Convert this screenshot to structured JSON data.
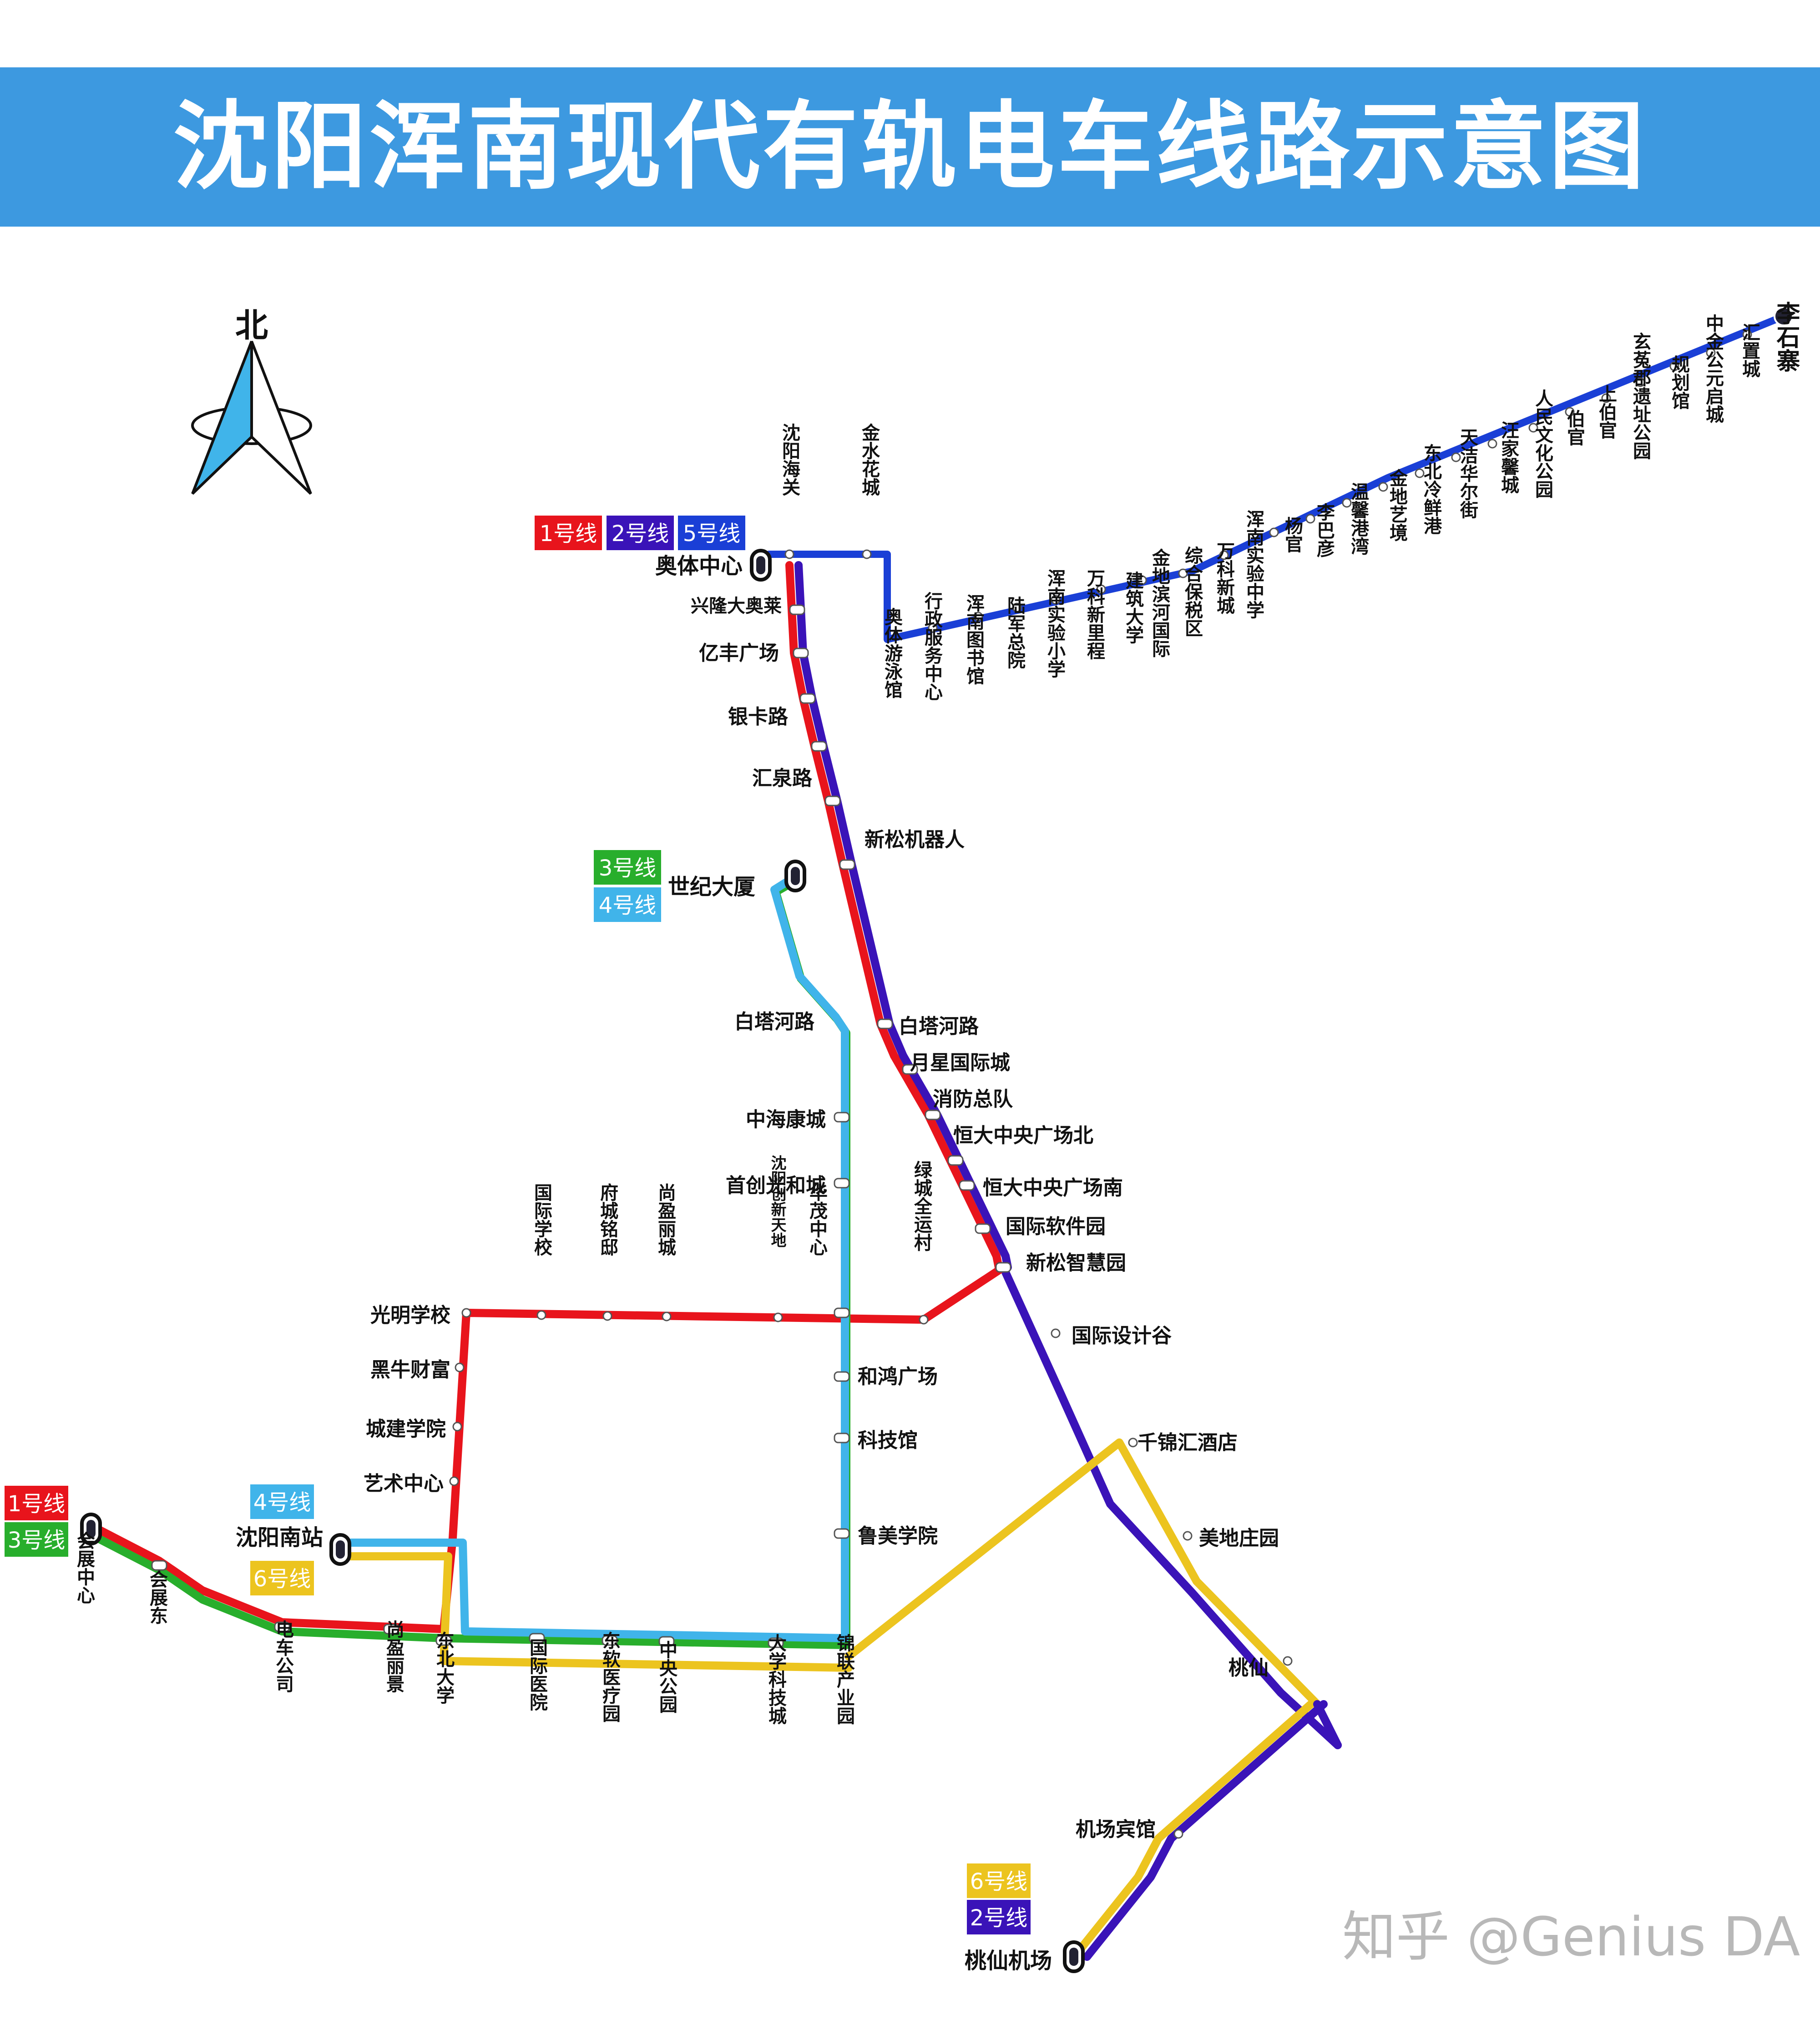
{
  "title": "沈阳浑南现代有轨电车线路示意图",
  "compass": {
    "label": "北"
  },
  "watermark": "知乎 @Genius DA",
  "colors": {
    "line1": "#e8141c",
    "line2": "#3a13b8",
    "line3": "#28ae2c",
    "line4": "#40b4ea",
    "line5": "#1a3fd6",
    "line6": "#ecc41f",
    "banner": "#3d99e0"
  },
  "line_badges": {
    "line1": "1号线",
    "line2": "2号线",
    "line3": "3号线",
    "line4": "4号线",
    "line5": "5号线",
    "line6": "6号线"
  },
  "stations": {
    "aoti_center": "奥体中心",
    "xinglong_aolai": "兴隆大奥莱",
    "yifeng": "亿丰广场",
    "yinka": "银卡路",
    "huiquan": "汇泉路",
    "xinsong_robot": "新松机器人",
    "baita_east": "白塔河路",
    "yuexing": "月星国际城",
    "xiaofang": "消防总队",
    "hengda_north": "恒大中央广场北",
    "hengda_south": "恒大中央广场南",
    "guoji_ruanjian": "国际软件园",
    "xinsong_zhihui": "新松智慧园",
    "guoji_sheji": "国际设计谷",
    "qianjin": "千锦汇酒店",
    "meidi": "美地庄园",
    "taoxian": "桃仙",
    "jichang_binguan": "机场宾馆",
    "taoxian_airport": "桃仙机场",
    "shijie_dasha": "世纪大厦",
    "baita_west": "白塔河路",
    "zhonghai": "中海康城",
    "shouchuang": "首创光和城",
    "huamao": "华茂中心",
    "hehong": "和鸿广场",
    "kejiguan": "科技馆",
    "lumei": "鲁美学院",
    "jinlian": "锦联产业园",
    "daxue_keji": "大学科技城",
    "zhongyang_park": "中央公园",
    "dongruan": "东软医疗园",
    "guoji_yiyuan": "国际医院",
    "dongbei_daxue": "东北大学",
    "shangying_lijing": "尚盈丽景",
    "dianche": "电车公司",
    "huizhan_dong": "会展东",
    "huizhan_center": "会展中心",
    "shenyang_south": "沈阳南站",
    "guangming": "光明学校",
    "heiniu": "黑牛财富",
    "chengjian": "城建学院",
    "yishu": "艺术中心",
    "guoji_xuexiao": "国际学校",
    "fucheng": "府城铭邸",
    "shangying_licheng": "尚盈丽城",
    "chuangxin": "沈阳创新天地",
    "lvcheng": "绿城全运村",
    "haiguan": "沈阳海关",
    "jinshui": "金水花城",
    "aoti_youyong": "奥体游泳馆",
    "xingzheng": "行政服务中心",
    "hunnan_tushu": "浑南图书馆",
    "lujun": "陆军总院",
    "hunnan_xiaoxue": "浑南实验小学",
    "wanke_xinli": "万科新里程",
    "jianzhu": "建筑大学",
    "jindi_binhe": "金地滨河国际",
    "zonghe_baoshui": "综合保税区",
    "wanke_xincheng": "万科新城",
    "hunnan_zhongxue": "浑南实验中学",
    "yangguan": "杨官",
    "libayan": "李巴彦",
    "wenxin": "温馨港湾",
    "jindi_yijing": "金地艺境",
    "dongbei_lengxian": "东北冷鲜港",
    "tianjie": "天洁华尔街",
    "wangjia": "汪家馨城",
    "renmin_wenhua": "人民文化公园",
    "boguan": "伯官",
    "shangboguan": "上伯官",
    "xuantu": "玄菟郡遗址公园",
    "guihua": "规划馆",
    "zhongjin": "中金公元启城",
    "huizhi": "汇置城",
    "lishizhai": "李石寨"
  }
}
